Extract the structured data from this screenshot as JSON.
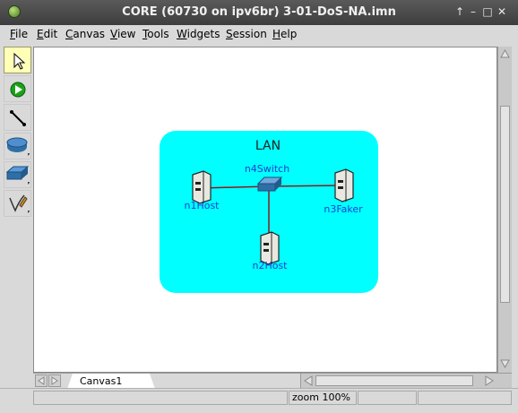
{
  "window": {
    "title": "CORE (60730 on ipv6br) 3-01-DoS-NA.imn",
    "buttons": {
      "pin": "↑",
      "minimize": "–",
      "maximize": "□",
      "close": "✕"
    }
  },
  "menubar": {
    "items": [
      "File",
      "Edit",
      "Canvas",
      "View",
      "Tools",
      "Widgets",
      "Session",
      "Help"
    ]
  },
  "toolbar": {
    "tools": [
      {
        "icon": "pointer-icon",
        "active": true
      },
      {
        "icon": "start-session-icon",
        "active": false
      },
      {
        "icon": "link-tool-icon",
        "active": false
      },
      {
        "icon": "router-icon",
        "active": false
      },
      {
        "icon": "switch-icon",
        "active": false
      },
      {
        "icon": "annotation-pencil-icon",
        "active": false
      }
    ]
  },
  "canvas": {
    "lan_label": "LAN",
    "lan_color": "#00ffff",
    "link_color": "#8b1a1a",
    "nodes": {
      "n1": {
        "label": "n1Host"
      },
      "n2": {
        "label": "n2Host"
      },
      "n3": {
        "label": "n3Faker"
      },
      "n4": {
        "label": "n4Switch"
      }
    }
  },
  "tabs": {
    "canvas_tab": "Canvas1"
  },
  "status": {
    "zoom": "zoom 100%",
    "left": "",
    "right1": "",
    "right2": ""
  }
}
